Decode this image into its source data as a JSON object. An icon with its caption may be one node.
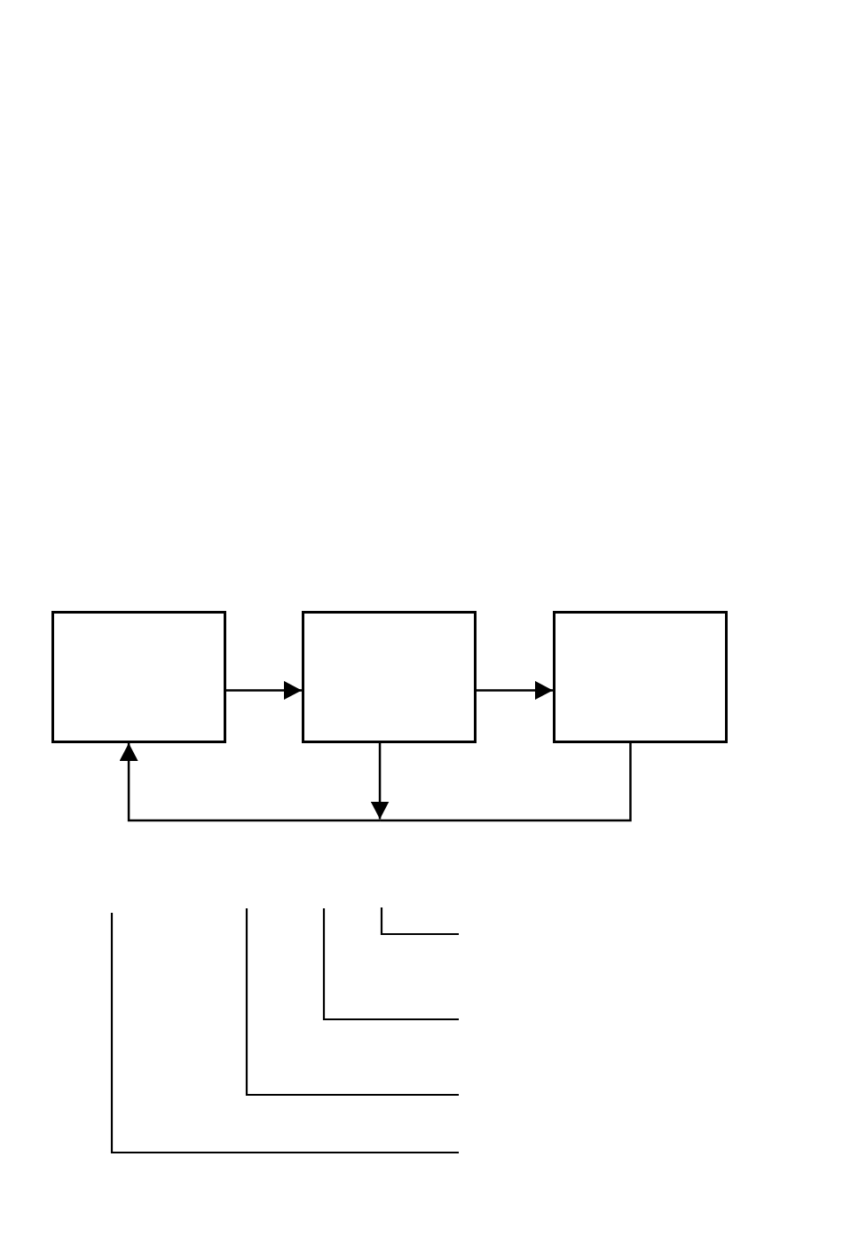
{
  "diagram": {
    "nodes": [
      {
        "text": [],
        "shape": "box"
      },
      {
        "text": [],
        "shape": "box"
      },
      {
        "text": [],
        "shape": "box"
      }
    ],
    "edges": [
      {
        "from": 0,
        "to": 1,
        "arrow": "to"
      },
      {
        "from": 1,
        "to": 2,
        "arrow": "to"
      },
      {
        "from": 1,
        "to": 0,
        "arrow": "to"
      },
      {
        "from": 2,
        "to": 0,
        "arrow": "to"
      }
    ]
  }
}
